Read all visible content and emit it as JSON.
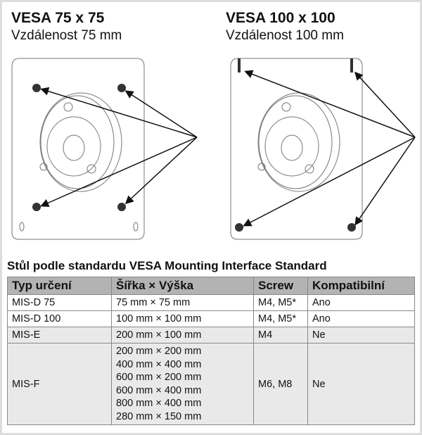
{
  "left": {
    "title": "VESA 75 x 75",
    "subtitle": "Vzdálenost 75 mm"
  },
  "right": {
    "title": "VESA 100 x 100",
    "subtitle": "Vzdálenost 100 mm"
  },
  "table": {
    "title": "Stůl podle standardu VESA Mounting Interface Standard",
    "headers": [
      "Typ určení",
      "Šířka × Výška",
      "Screw",
      "Kompatibilní"
    ],
    "rows": [
      {
        "type": "MIS-D 75",
        "sizes": [
          "75 mm × 75 mm"
        ],
        "screw": "M4, M5*",
        "compat": "Ano"
      },
      {
        "type": "MIS-D 100",
        "sizes": [
          "100 mm × 100 mm"
        ],
        "screw": "M4, M5*",
        "compat": "Ano"
      },
      {
        "type": "MIS-E",
        "sizes": [
          "200 mm × 100 mm"
        ],
        "screw": "M4",
        "compat": "Ne"
      },
      {
        "type": "MIS-F",
        "sizes": [
          "200 mm × 200 mm",
          "400 mm × 400 mm",
          "600 mm × 200 mm",
          "600 mm × 400 mm",
          "800 mm × 400 mm",
          "280 mm × 150 mm"
        ],
        "screw": "M6, M8",
        "compat": "Ne"
      }
    ]
  }
}
